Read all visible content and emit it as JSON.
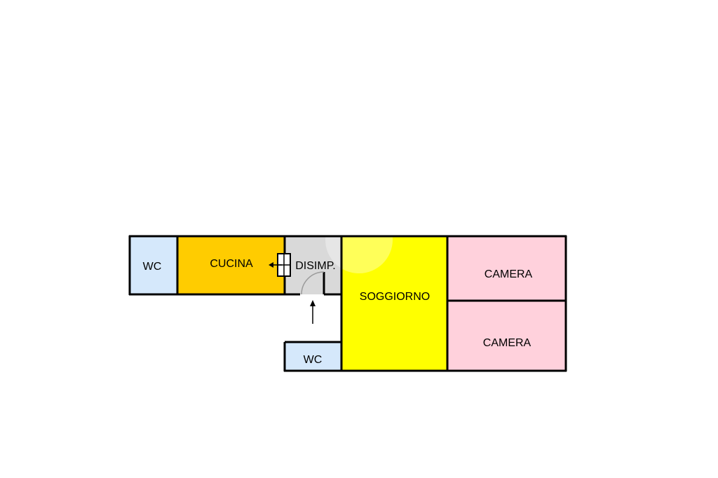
{
  "floorplan": {
    "colors": {
      "wc": "#d5e8fb",
      "cucina": "#ffcc00",
      "disimpegno": "#d9d9d9",
      "soggiorno": "#ffff00",
      "camera": "#ffd1dc",
      "wall": "#000000"
    },
    "rooms": {
      "wc_top": {
        "label": "WC"
      },
      "cucina": {
        "label": "CUCINA"
      },
      "disimpegno": {
        "label": "DISIMP."
      },
      "soggiorno": {
        "label": "SOGGIORNO"
      },
      "camera_top": {
        "label": "CAMERA"
      },
      "camera_bottom": {
        "label": "CAMERA"
      },
      "wc_bottom": {
        "label": "WC"
      }
    },
    "icons": {
      "entrance": "arrow-up-icon",
      "exit": "arrow-left-icon",
      "radiator": "radiator-icon",
      "door": "door-swing-icon"
    }
  }
}
